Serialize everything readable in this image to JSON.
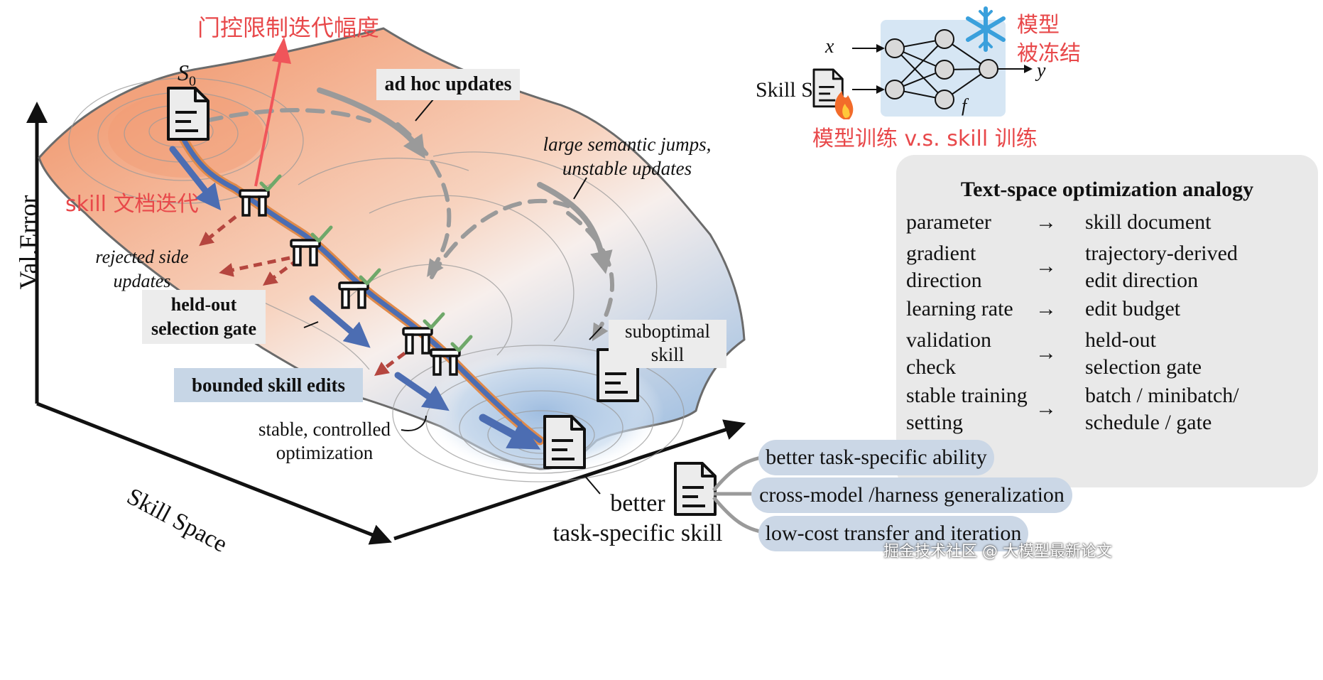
{
  "labels": {
    "chinese_top": "门控限制迭代幅度",
    "start": "S",
    "start_sub": "0",
    "ad_hoc": "ad hoc updates",
    "large_jumps_1": "large semantic jumps,",
    "large_jumps_2": "unstable updates",
    "skill_iter_cn": "skill 文档迭代",
    "rejected_1": "rejected side",
    "rejected_2": "updates",
    "gate_1": "held-out",
    "gate_2": "selection gate",
    "bounded": "bounded skill edits",
    "suboptimal_1": "suboptimal",
    "suboptimal_2": "skill",
    "stable_1": "stable, controlled",
    "stable_2": "optimization",
    "better_1": "better",
    "better_2": "task-specific skill",
    "y_axis": "Val.Error",
    "x_axis": "Skill Space"
  },
  "network": {
    "input_x": "x",
    "input_skill": "Skill S",
    "output_y": "y",
    "func": "f",
    "frozen_cn_1": "模型",
    "frozen_cn_2": "被冻结",
    "compare_cn": "模型训练 v.s. skill 训练"
  },
  "analogy": {
    "title": "Text-space optimization analogy",
    "arrow": "→",
    "rows": [
      {
        "left": "parameter",
        "right": "skill document"
      },
      {
        "left": "gradient\ndirection",
        "right": "trajectory-derived\nedit direction"
      },
      {
        "left": "learning rate",
        "right": "edit budget"
      },
      {
        "left": "validation\ncheck",
        "right": "held-out\nselection gate"
      },
      {
        "left": "stable training\nsetting",
        "right": "batch / minibatch/\nschedule / gate"
      }
    ]
  },
  "benefits": [
    "better task-specific ability",
    "cross-model /harness generalization",
    "low-cost transfer and iteration"
  ],
  "watermark": "掘金技术社区 @ 大模型最新论文",
  "colors": {
    "surface_warm": "#f2a47e",
    "surface_cool": "#a9c5e3",
    "path_blue": "#4c6db2",
    "path_orange": "#e08a4a",
    "reject_red": "#b5463f",
    "grey_arrow": "#9a9a9a",
    "gate_red": "#f0555a",
    "check_green": "#6fa86a",
    "chinese_red": "#e8484a"
  },
  "icons": [
    "document-icon",
    "gate-icon",
    "checkmark-icon",
    "snowflake-icon",
    "fire-icon",
    "neural-network-icon"
  ]
}
